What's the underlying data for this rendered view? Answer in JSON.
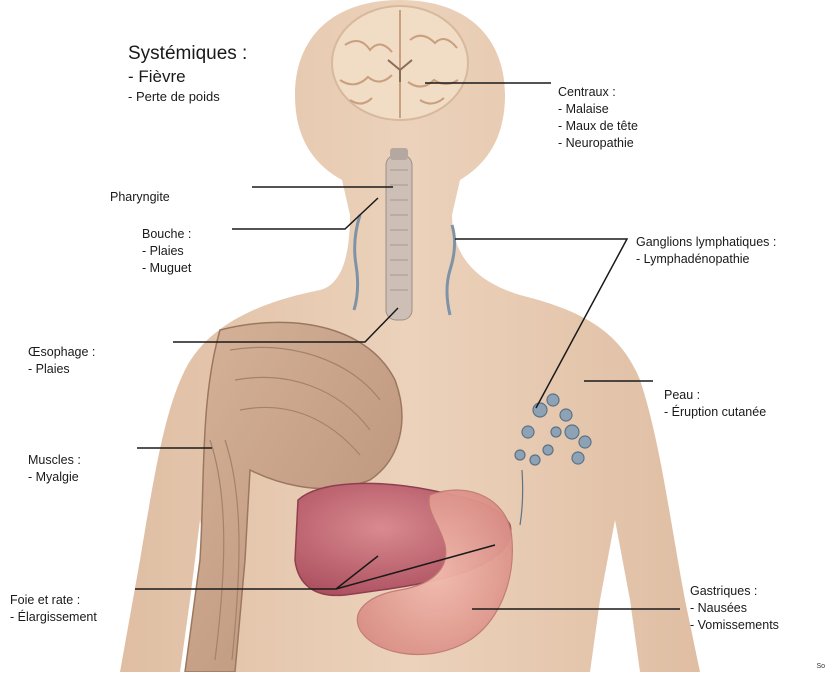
{
  "labels": {
    "systemiques": {
      "title": "Systémiques :",
      "items": [
        "- Fièvre",
        "- Perte de poids"
      ]
    },
    "centraux": {
      "title": "Centraux :",
      "items": [
        "- Malaise",
        "- Maux de tête",
        "- Neuropathie"
      ]
    },
    "pharyngite": {
      "title": "Pharyngite"
    },
    "bouche": {
      "title": "Bouche :",
      "items": [
        "- Plaies",
        "- Muguet"
      ]
    },
    "ganglions": {
      "title": "Ganglions lymphatiques :",
      "items": [
        "- Lymphadénopathie"
      ]
    },
    "oesophage": {
      "title": "Œsophage :",
      "items": [
        "- Plaies"
      ]
    },
    "peau": {
      "title": "Peau :",
      "items": [
        "- Éruption cutanée"
      ]
    },
    "muscles": {
      "title": "Muscles :",
      "items": [
        "- Myalgie"
      ]
    },
    "foie": {
      "title": "Foie et rate :",
      "items": [
        "- Élargissement"
      ]
    },
    "gastriques": {
      "title": "Gastriques :",
      "items": [
        "- Nausées",
        "- Vomissements"
      ]
    }
  },
  "source_fragment": "So",
  "colors": {
    "skin": "#e8cab0",
    "skin_shadow": "#d9b597",
    "brain": "#f0dcc4",
    "muscle": "#c8a38a",
    "liver": "#b9596a",
    "stomach": "#e8a39a",
    "lymph": "#7f93a6",
    "line": "#1a1a1a"
  }
}
